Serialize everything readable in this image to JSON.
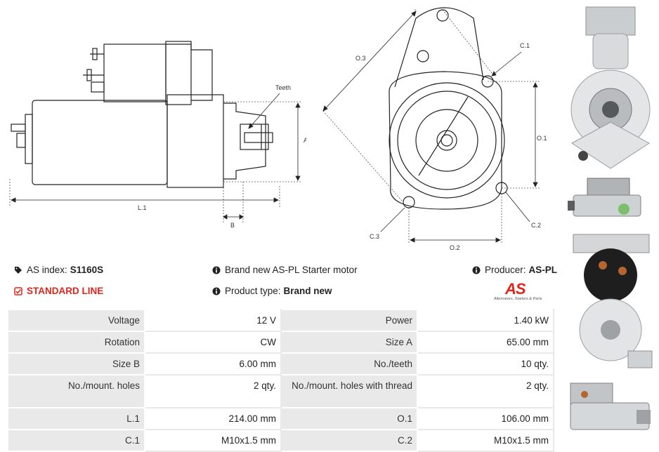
{
  "drawing": {
    "side_labels": {
      "teeth": "Teeth",
      "a": "A",
      "l1": "L.1",
      "b": "B"
    },
    "front_labels": {
      "c1": "C.1",
      "o3": "O.3",
      "o1": "O.1",
      "c3": "C.3",
      "c2": "C.2",
      "o2": "O.2"
    }
  },
  "info": {
    "as_index_label": "AS index:",
    "as_index_value": "S1160S",
    "standard_line": "STANDARD LINE",
    "brand_text": "Brand new AS-PL Starter motor",
    "product_type_label": "Product type:",
    "product_type_value": "Brand new",
    "producer_label": "Producer:",
    "producer_value": "AS-PL"
  },
  "logo": {
    "mark": "AS",
    "tagline": "Alternators, Starters & Parts"
  },
  "specs": {
    "rows": [
      [
        {
          "label": "Voltage",
          "value": "12 V"
        },
        {
          "label": "Power",
          "value": "1.40 kW"
        }
      ],
      [
        {
          "label": "Rotation",
          "value": "CW"
        },
        {
          "label": "Size A",
          "value": "65.00 mm"
        }
      ],
      [
        {
          "label": "Size B",
          "value": "6.00 mm"
        },
        {
          "label": "No./teeth",
          "value": "10 qty."
        }
      ],
      [
        {
          "label": "No./mount. holes",
          "value": "2 qty."
        },
        {
          "label": "No./mount. holes with thread",
          "value": "2 qty."
        }
      ],
      [
        {
          "label": "L.1",
          "value": "214.00 mm"
        },
        {
          "label": "O.1",
          "value": "106.00 mm"
        }
      ],
      [
        {
          "label": "C.1",
          "value": "M10x1.5 mm"
        },
        {
          "label": "C.2",
          "value": "M10x1.5 mm"
        }
      ]
    ]
  },
  "colors": {
    "accent": "#e1251b",
    "label_bg": "#e9e9e9"
  }
}
